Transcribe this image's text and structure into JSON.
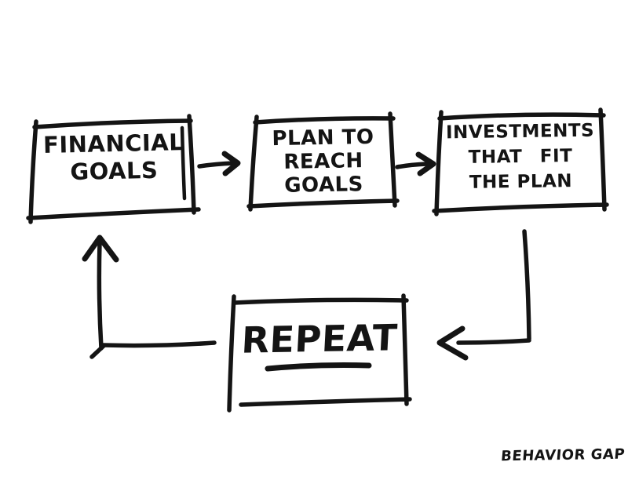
{
  "canvas": {
    "background": "#ffffff",
    "ink_color": "#141414"
  },
  "flow": {
    "type": "cycle",
    "nodes": [
      {
        "id": "financial-goals",
        "lines": [
          "FINANCIAL",
          "GOALS"
        ]
      },
      {
        "id": "plan-to-reach-goals",
        "lines": [
          "PLAN TO",
          "REACH",
          "GOALS"
        ]
      },
      {
        "id": "investments-that-fit-the-plan",
        "lines": [
          "INVESTMENTS",
          "THAT FIT",
          "THE PLAN"
        ]
      },
      {
        "id": "repeat",
        "lines": [
          "REPEAT"
        ]
      }
    ],
    "edges": [
      {
        "from": "financial-goals",
        "to": "plan-to-reach-goals"
      },
      {
        "from": "plan-to-reach-goals",
        "to": "investments-that-fit-the-plan"
      },
      {
        "from": "investments-that-fit-the-plan",
        "to": "repeat"
      },
      {
        "from": "repeat",
        "to": "financial-goals"
      }
    ]
  },
  "signature": {
    "text": "BEHAVIOR GAP"
  }
}
